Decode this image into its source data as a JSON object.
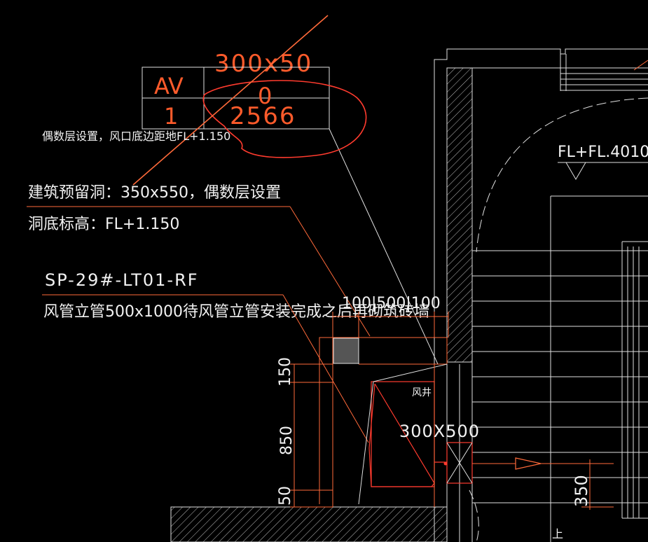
{
  "av_table": {
    "size": "300x50",
    "col1_head": "AV",
    "col2_head": "0",
    "col1_val": "1",
    "col2_val": "2566"
  },
  "notes": {
    "even_floor": "偶数层设置，风口底边距地FL+1.150",
    "hole_line1": "建筑预留洞：350x550，偶数层设置",
    "hole_line2": "洞底标高：FL+1.150",
    "duct_tag": "SP-29#-LT01-RF",
    "duct_desc": "风管立管500x1000待风管立管安装完成之后再砌筑砖墙"
  },
  "dims": {
    "top_dim": "100|500|100",
    "d150": "150",
    "d850": "850",
    "d50": "50",
    "opening": "300X500",
    "d350": "350"
  },
  "labels": {
    "shaft": "风井",
    "level": "FL+FL.4010",
    "up": "上"
  },
  "colors": {
    "background": "#000000",
    "line": "#e0e0e0",
    "orange": "#ff6a3a",
    "markup_red": "#ff3b2e",
    "fill_gray": "#555555"
  }
}
